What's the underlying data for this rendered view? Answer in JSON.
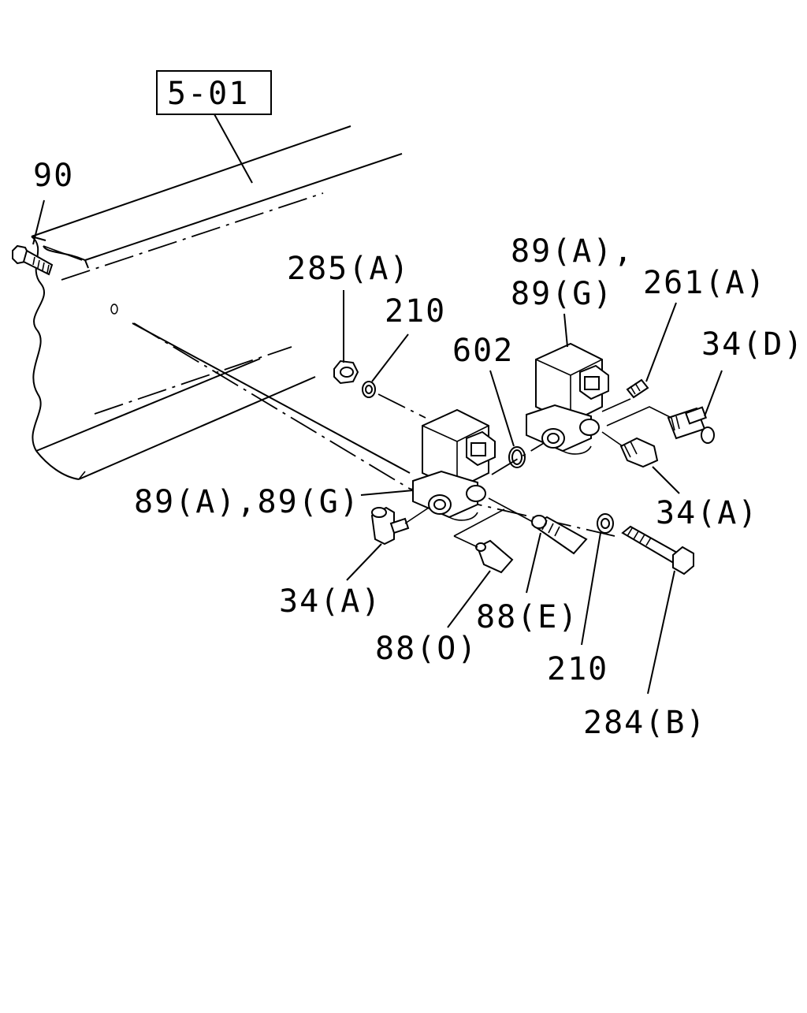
{
  "ref_box": "5-01",
  "labels": {
    "p90": "90",
    "p285a": "285(A)",
    "p210_top": "210",
    "p602": "602",
    "p89ag_line1": "89(A),",
    "p89ag_line2": "89(G)",
    "p261a": "261(A)",
    "p34d": "34(D)",
    "p89ag_left": "89(A),89(G)",
    "p34a_right": "34(A)",
    "p34a_left": "34(A)",
    "p88e": "88(E)",
    "p88o": "88(O)",
    "p210_bottom": "210",
    "p284b": "284(B)"
  }
}
